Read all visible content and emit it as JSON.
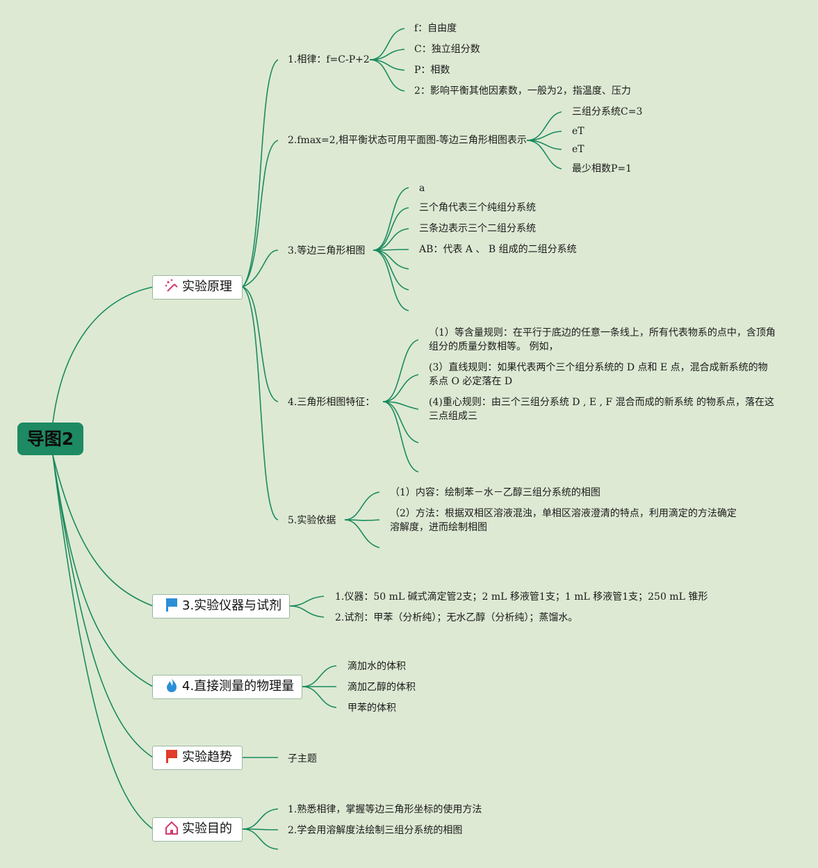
{
  "root": "导图2",
  "topics": {
    "t1": "实验原理",
    "t3": "3.实验仪器与试剂",
    "t4": "4.直接测量的物理量",
    "t5": "实验趋势",
    "t6": "实验目的"
  },
  "principle": {
    "phase_rule": {
      "label": "1.相律：f=C-P+2",
      "items": [
        "f：自由度",
        "C：独立组分数",
        "P：相数",
        "2：影响平衡其他因素数，一般为2，指温度、压力"
      ]
    },
    "fmax": {
      "label": "2.fmax=2,相平衡状态可用平面图-等边三角形相图表示",
      "items": [
        "三组分系统C=3",
        "eT",
        "eT",
        "最少相数P=1"
      ]
    },
    "triangle": {
      "label": "3.等边三角形相图",
      "items": [
        "a",
        "三个角代表三个纯组分系统",
        "三条边表示三个二组分系统",
        "AB：代表 A 、 B 组成的二组分系统"
      ]
    },
    "features": {
      "label": "4.三角形相图特征：",
      "items": [
        "（1）等含量规则：在平行于底边的任意一条线上，所有代表物系的点中，含顶角组分的质量分数相等。 例如，",
        "(3）直线规则：如果代表两个三个组分系统的 D 点和 E 点，混合成新系统的物系点 O 必定落在 D",
        "(4)重心规则：由三个三组分系统 D , E , F 混合而成的新系统 的物系点，落在这三点组成三"
      ]
    },
    "basis": {
      "label": "5.实验依据",
      "items": [
        "（1）内容：绘制苯－水－乙醇三组分系统的相图",
        "（2）方法：根据双相区溶液混浊，单相区溶液澄清的特点，利用滴定的方法确定溶解度，进而绘制相图"
      ]
    }
  },
  "instruments": [
    "1.仪器：50 mL 碱式滴定管2支；2 mL 移液管1支；1 mL 移液管1支；250 mL 锥形",
    "2.试剂：甲苯（分析纯）；无水乙醇（分析纯）；蒸馏水。"
  ],
  "measurements": [
    "滴加水的体积",
    "滴加乙醇的体积",
    "甲苯的体积"
  ],
  "trend": [
    "子主题"
  ],
  "purpose": [
    "1.熟悉相律，掌握等边三角形坐标的使用方法",
    "2.学会用溶解度法绘制三组分系统的相图"
  ],
  "colors": {
    "line": "#1a8a5e",
    "background": "#dde9d3",
    "root": "#1d8a63"
  }
}
